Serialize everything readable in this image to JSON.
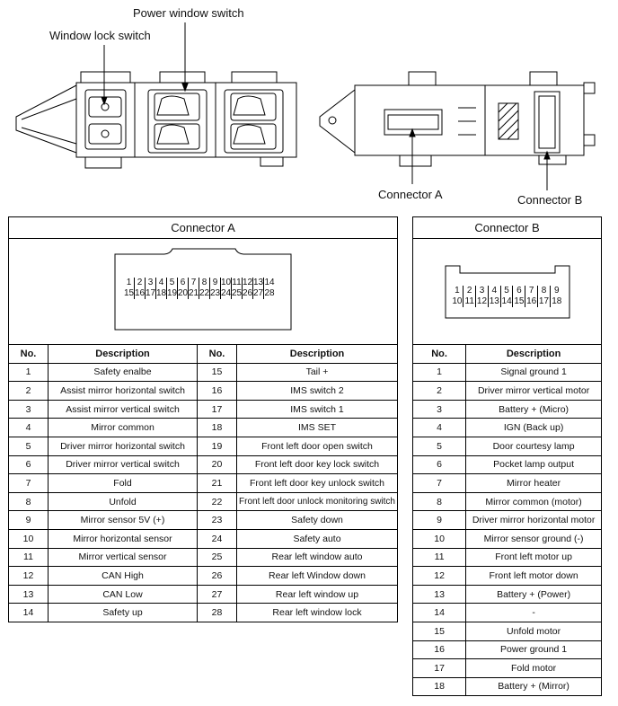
{
  "callouts": {
    "power_window_switch": "Power window switch",
    "window_lock_switch": "Window lock switch",
    "connector_a": "Connector A",
    "connector_b": "Connector B"
  },
  "connector_a": {
    "title": "Connector A",
    "pin_row1": [
      "1",
      "2",
      "3",
      "4",
      "5",
      "6",
      "7",
      "8",
      "9",
      "10",
      "11",
      "12",
      "13",
      "14"
    ],
    "pin_row2": [
      "15",
      "16",
      "17",
      "18",
      "19",
      "20",
      "21",
      "22",
      "23",
      "24",
      "25",
      "26",
      "27",
      "28"
    ],
    "headers": {
      "no": "No.",
      "description": "Description"
    },
    "left": [
      {
        "no": "1",
        "desc": "Safety enalbe"
      },
      {
        "no": "2",
        "desc": "Assist mirror horizontal switch"
      },
      {
        "no": "3",
        "desc": "Assist mirror vertical switch"
      },
      {
        "no": "4",
        "desc": "Mirror common"
      },
      {
        "no": "5",
        "desc": "Driver mirror horizontal switch"
      },
      {
        "no": "6",
        "desc": "Driver mirror vertical switch"
      },
      {
        "no": "7",
        "desc": "Fold"
      },
      {
        "no": "8",
        "desc": "Unfold"
      },
      {
        "no": "9",
        "desc": "Mirror sensor 5V (+)"
      },
      {
        "no": "10",
        "desc": "Mirror horizontal sensor"
      },
      {
        "no": "11",
        "desc": "Mirror vertical sensor"
      },
      {
        "no": "12",
        "desc": "CAN High"
      },
      {
        "no": "13",
        "desc": "CAN Low"
      },
      {
        "no": "14",
        "desc": "Safety up"
      }
    ],
    "right": [
      {
        "no": "15",
        "desc": "Tail +"
      },
      {
        "no": "16",
        "desc": "IMS switch 2"
      },
      {
        "no": "17",
        "desc": "IMS switch 1"
      },
      {
        "no": "18",
        "desc": "IMS SET"
      },
      {
        "no": "19",
        "desc": "Front left door open switch"
      },
      {
        "no": "20",
        "desc": "Front left door key lock switch"
      },
      {
        "no": "21",
        "desc": "Front left door key unlock switch"
      },
      {
        "no": "22",
        "desc": "Front left door unlock monitoring switch"
      },
      {
        "no": "23",
        "desc": "Safety down"
      },
      {
        "no": "24",
        "desc": "Safety auto"
      },
      {
        "no": "25",
        "desc": "Rear left window auto"
      },
      {
        "no": "26",
        "desc": "Rear left Window down"
      },
      {
        "no": "27",
        "desc": "Rear left window up"
      },
      {
        "no": "28",
        "desc": "Rear left window lock"
      }
    ]
  },
  "connector_b": {
    "title": "Connector B",
    "pin_row1": [
      "1",
      "2",
      "3",
      "4",
      "5",
      "6",
      "7",
      "8",
      "9"
    ],
    "pin_row2": [
      "10",
      "11",
      "12",
      "13",
      "14",
      "15",
      "16",
      "17",
      "18"
    ],
    "headers": {
      "no": "No.",
      "description": "Description"
    },
    "rows": [
      {
        "no": "1",
        "desc": "Signal ground 1"
      },
      {
        "no": "2",
        "desc": "Driver mirror vertical motor"
      },
      {
        "no": "3",
        "desc": "Battery + (Micro)"
      },
      {
        "no": "4",
        "desc": "IGN (Back up)"
      },
      {
        "no": "5",
        "desc": "Door courtesy lamp"
      },
      {
        "no": "6",
        "desc": "Pocket lamp output"
      },
      {
        "no": "7",
        "desc": "Mirror heater"
      },
      {
        "no": "8",
        "desc": "Mirror common (motor)"
      },
      {
        "no": "9",
        "desc": "Driver mirror horizontal motor"
      },
      {
        "no": "10",
        "desc": "Mirror sensor ground (-)"
      },
      {
        "no": "11",
        "desc": "Front left motor up"
      },
      {
        "no": "12",
        "desc": "Front left motor down"
      },
      {
        "no": "13",
        "desc": "Battery + (Power)"
      },
      {
        "no": "14",
        "desc": "-"
      },
      {
        "no": "15",
        "desc": "Unfold motor"
      },
      {
        "no": "16",
        "desc": "Power ground 1"
      },
      {
        "no": "17",
        "desc": "Fold motor"
      },
      {
        "no": "18",
        "desc": "Battery + (Mirror)"
      }
    ]
  }
}
